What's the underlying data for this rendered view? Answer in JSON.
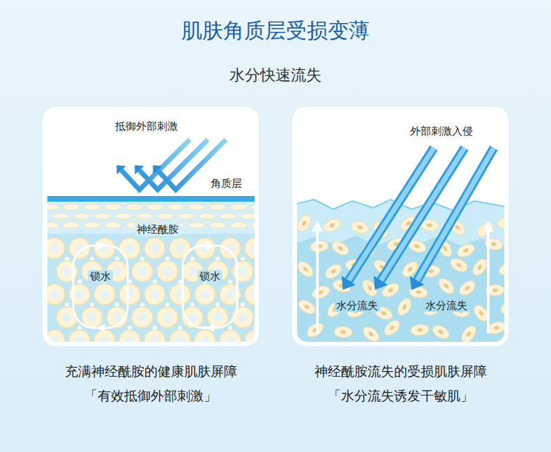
{
  "diagram": {
    "title": "肌肤角质层受损变薄",
    "nodes": [
      {
        "text": [
          "充满神经酰胺的健康肌肤屏障",
          "「有效抵御外部刺激」"
        ]
      },
      {
        "text": [
          "神经酰胺流失的受损肌肤屏障",
          "「水分流失诱发干敏肌」"
        ]
      }
    ],
    "labels": [
      "水分快速流失",
      "抵御外部刺激",
      "角质层",
      "神经酰胺",
      "锁水",
      "锁水",
      "外部刺激入侵",
      "水分流失",
      "水分流失"
    ]
  }
}
